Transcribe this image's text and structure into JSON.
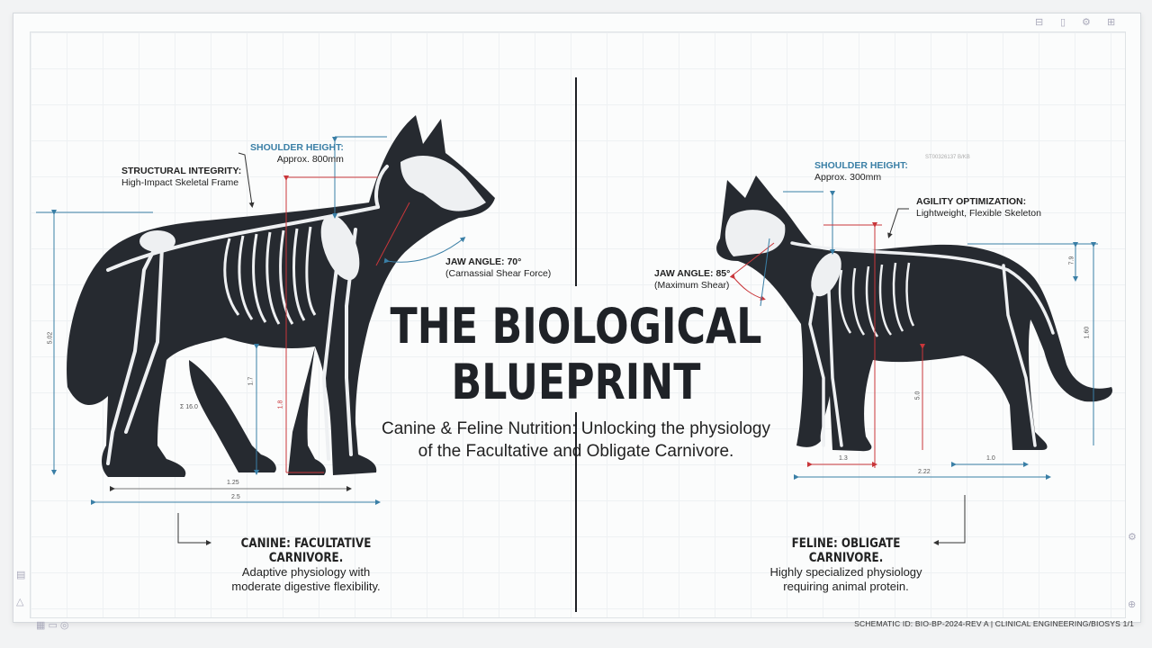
{
  "title": {
    "line1": "THE BIOLOGICAL",
    "line2": "BLUEPRINT"
  },
  "subtitle": {
    "line1": "Canine & Feline Nutrition: Unlocking the physiology",
    "line2": "of the Facultative and Obligate Carnivore."
  },
  "canine": {
    "shoulder_height": {
      "label": "SHOULDER HEIGHT:",
      "value": "Approx. 800mm"
    },
    "structural": {
      "label": "STRUCTURAL INTEGRITY:",
      "value": "High-Impact Skeletal Frame"
    },
    "jaw": {
      "label": "JAW ANGLE: 70°",
      "value": "(Carnassial Shear Force)"
    },
    "caption": {
      "title": "CANINE: FACULTATIVE CARNIVORE.",
      "line1": "Adaptive physiology with",
      "line2": "moderate digestive flexibility."
    },
    "dims": {
      "height": "5.02",
      "leg1": "1.7",
      "leg2": "1.8",
      "span1": "1.25",
      "span2": "2.5",
      "note": "Σ 16.0"
    }
  },
  "feline": {
    "shoulder_height": {
      "label": "SHOULDER HEIGHT:",
      "value": "Approx. 300mm"
    },
    "agility": {
      "label": "AGILITY OPTIMIZATION:",
      "value": "Lightweight, Flexible Skeleton"
    },
    "jaw": {
      "label": "JAW ANGLE: 85°",
      "value": "(Maximum Shear)"
    },
    "caption": {
      "title": "FELINE: OBLIGATE CARNIVORE.",
      "line1": "Highly specialized physiology",
      "line2": "requiring animal protein."
    },
    "dims": {
      "back": "7.9",
      "height": "1.60",
      "leg": "5.0",
      "span1": "1.3",
      "span2": "2.22",
      "span3": "1.0",
      "stamp": "ST00326137 B/KB"
    }
  },
  "footer": "SCHEMATIC ID: BIO-BP-2024-REV A  |  CLINICAL ENGINEERING/BIOSYS 1/1",
  "colors": {
    "silhouette": "#262a30",
    "bone": "#eef0f2",
    "blue": "#3a7fa6",
    "red": "#c9363a"
  }
}
